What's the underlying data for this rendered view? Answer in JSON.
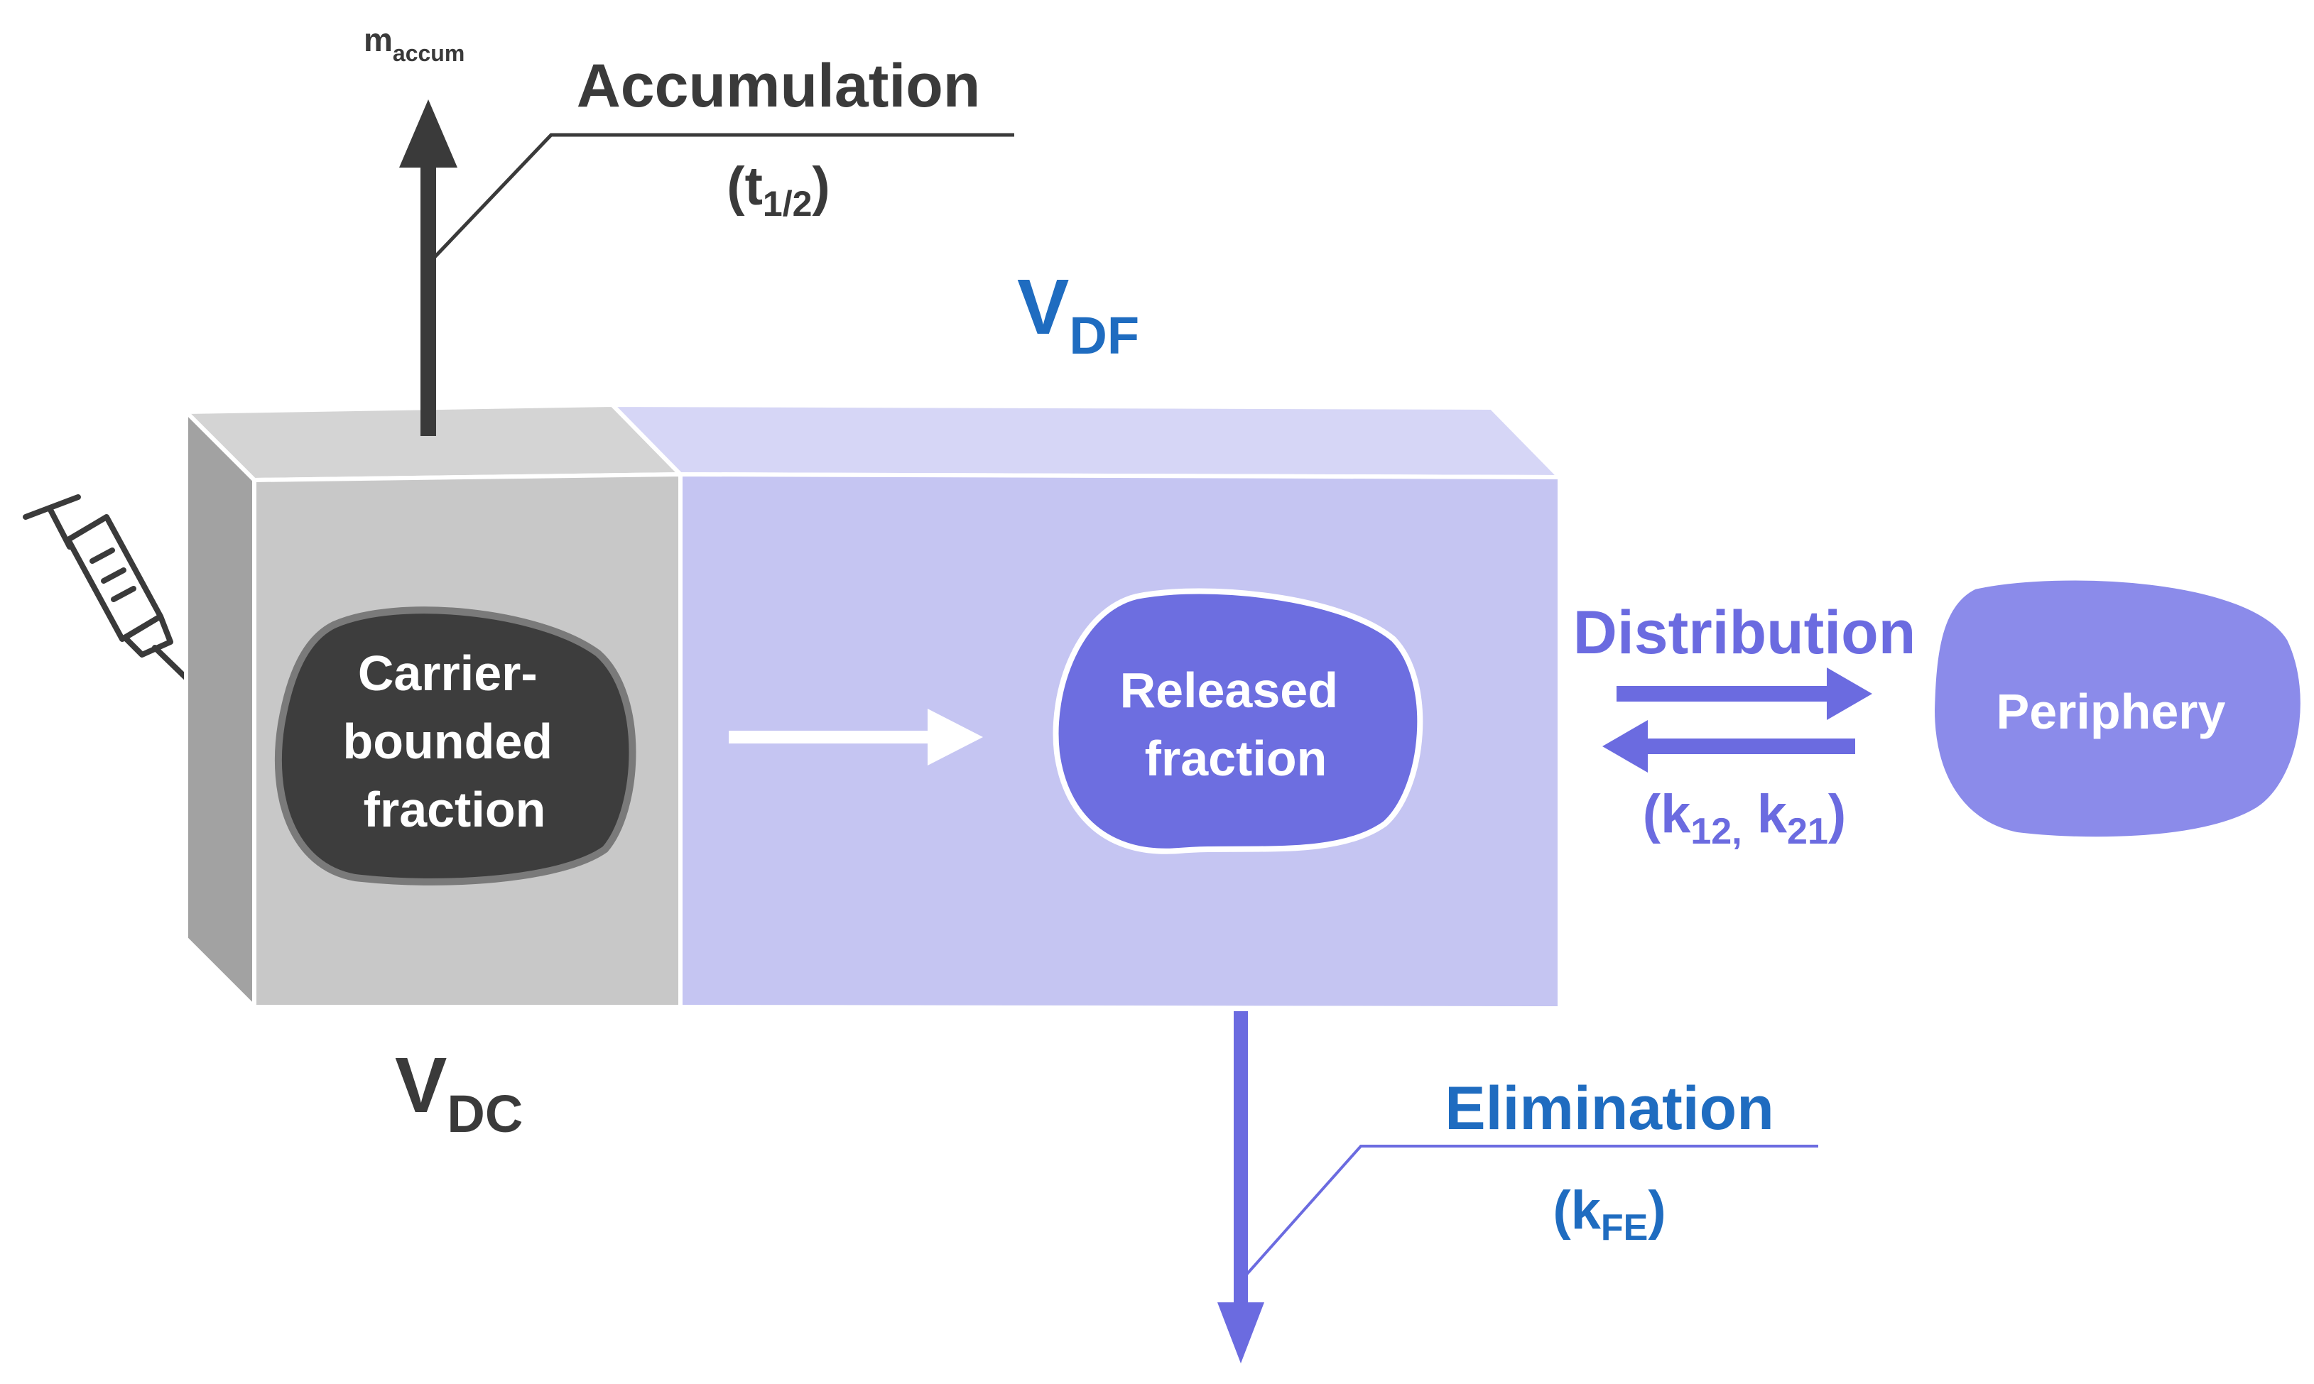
{
  "labels": {
    "m_accum": {
      "main": "m",
      "sub": "accum"
    },
    "accumulation": "Accumulation",
    "half_life": {
      "open": "(t",
      "sub": "1/2",
      "close": ")"
    },
    "v_df": {
      "main": "V",
      "sub": "DF"
    },
    "v_dc": {
      "main": "V",
      "sub": "DC"
    },
    "carrier_bounded": [
      "Carrier-",
      "bounded",
      "fraction"
    ],
    "released": [
      "Released",
      "fraction"
    ],
    "periphery": "Periphery",
    "distribution": "Distribution",
    "k12_k21": {
      "open": "(k",
      "sub1": "12,",
      "mid": " k",
      "sub2": "21",
      "close": ")"
    },
    "elimination": "Elimination",
    "k_fe": {
      "open": "(k",
      "sub": "FE",
      "close": ")"
    }
  },
  "colors": {
    "gray_compartment": "#c8c8c8",
    "gray_dark_face": "#a2a2a2",
    "purple_compartment": "#c5c5f2",
    "released_blob": "#6d6ee0",
    "periphery_blob": "#8b8bea",
    "carrier_blob": "#3d3d3d",
    "accumulation_arrow": "#3a3a3a",
    "purple_text": "#6b6be0",
    "blue_text": "#1f6cc0",
    "dark_text": "#3a3a3a"
  }
}
